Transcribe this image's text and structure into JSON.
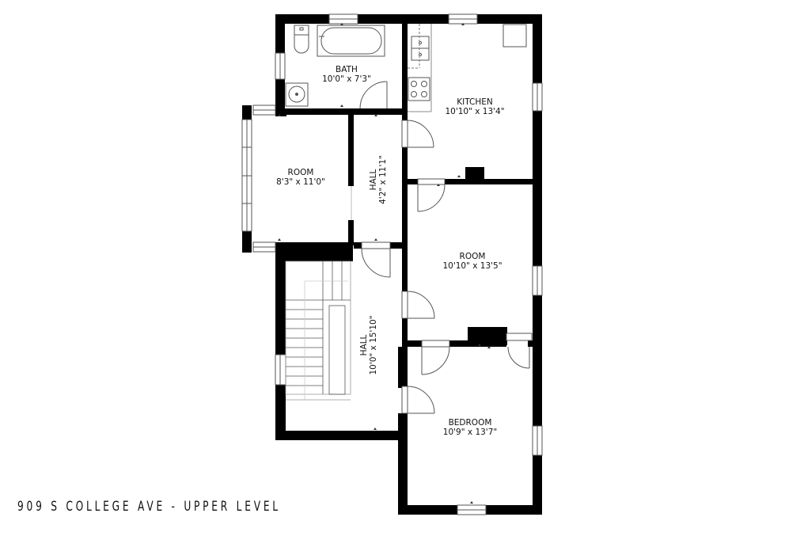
{
  "title": "909 S COLLEGE AVE - UPPER LEVEL",
  "colors": {
    "wall": "#000000",
    "fixture_line": "#555555",
    "background": "#ffffff",
    "text": "#111111"
  },
  "rooms": {
    "bath": {
      "name": "BATH",
      "dims": "10'0\" x 7'3\""
    },
    "kitchen": {
      "name": "KITCHEN",
      "dims": "10'10\" x 13'4\""
    },
    "room_left": {
      "name": "ROOM",
      "dims": "8'3\" x 11'0\""
    },
    "hall_upper": {
      "name": "HALL",
      "dims": "4'2\" x 11'1\""
    },
    "room_right": {
      "name": "ROOM",
      "dims": "10'10\" x 13'5\""
    },
    "hall_lower": {
      "name": "HALL",
      "dims": "10'0\" x 15'10\""
    },
    "bedroom": {
      "name": "BEDROOM",
      "dims": "10'9\" x 13'7\""
    }
  },
  "fixtures": [
    "toilet-icon",
    "bathtub-icon",
    "sink-icon",
    "kitchen-sink-icon",
    "stove-icon",
    "refrigerator-icon",
    "staircase-icon"
  ]
}
